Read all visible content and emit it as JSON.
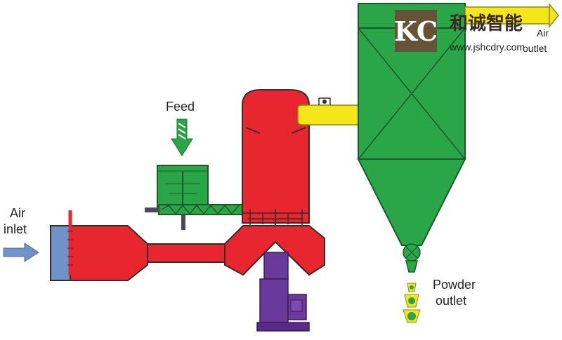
{
  "labels": {
    "air_inlet_line1": "Air",
    "air_inlet_line2": "inlet",
    "feed": "Feed",
    "air_outlet_line1": "Air",
    "air_outlet_line2": "outlet",
    "powder_outlet_line1": "Powder",
    "powder_outlet_line2": "outlet"
  },
  "watermark": {
    "logo_letters": "KC",
    "company_name": "和诚智能",
    "website": "www.jshcdry.com"
  },
  "colors": {
    "heater": "#e8262f",
    "heater_outline": "#3a2a2a",
    "inlet_panel": "#6f93c8",
    "feeder_green": "#2aa548",
    "cyclone_green": "#2aa548",
    "duct_yellow": "#f4e619",
    "motor_purple": "#6a3a9a",
    "arrow_blue": "#6f93c8",
    "logo_brown": "#6b4a35"
  }
}
